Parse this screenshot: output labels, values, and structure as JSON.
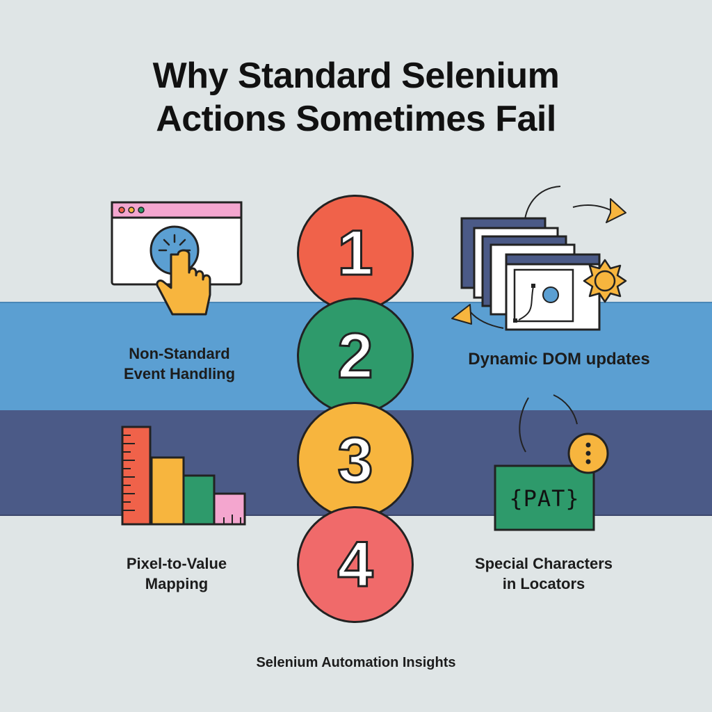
{
  "title": {
    "line1": "Why Standard Selenium",
    "line2": "Actions Sometimes Fail"
  },
  "steps": [
    {
      "number": "1",
      "color": "#f0624a"
    },
    {
      "number": "2",
      "color": "#2e9a6b"
    },
    {
      "number": "3",
      "color": "#f7b53e"
    },
    {
      "number": "4",
      "color": "#f06a6a"
    }
  ],
  "items": {
    "event_handling": {
      "line1": "Non-Standard",
      "line2": "Event Handling",
      "icon": "pointer-click-icon"
    },
    "dom_updates": {
      "text": "Dynamic DOM updates",
      "icon": "stacked-windows-icon"
    },
    "pixel_mapping": {
      "line1": "Pixel-to-Value",
      "line2": "Mapping",
      "icon": "bar-ruler-icon"
    },
    "special_chars": {
      "line1": "Special Characters",
      "line2": "in Locators",
      "icon": "code-tag-icon",
      "tag_text": "{PAT}"
    }
  },
  "footer": "Selenium Automation Insights",
  "colors": {
    "background": "#dfe5e6",
    "band_blue": "#5b9fd2",
    "band_navy": "#4b5a87"
  }
}
